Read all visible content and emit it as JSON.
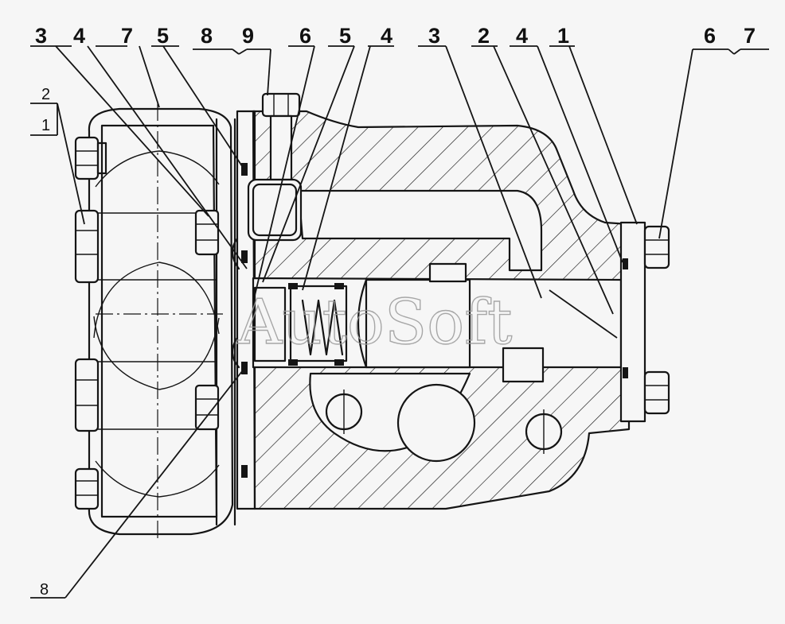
{
  "callouts_top": [
    "3",
    "4",
    "7",
    "5",
    "8",
    "9",
    "6",
    "5",
    "4",
    "3",
    "2",
    "4",
    "1",
    "6",
    "7"
  ],
  "callout_left_upper": "2",
  "callout_left_lower": "1",
  "callout_bottom": "8",
  "watermark": "AutoSoft",
  "colors": {
    "line": "#151515",
    "paper": "#f6f6f6",
    "watermark": "#9a9a9a"
  }
}
